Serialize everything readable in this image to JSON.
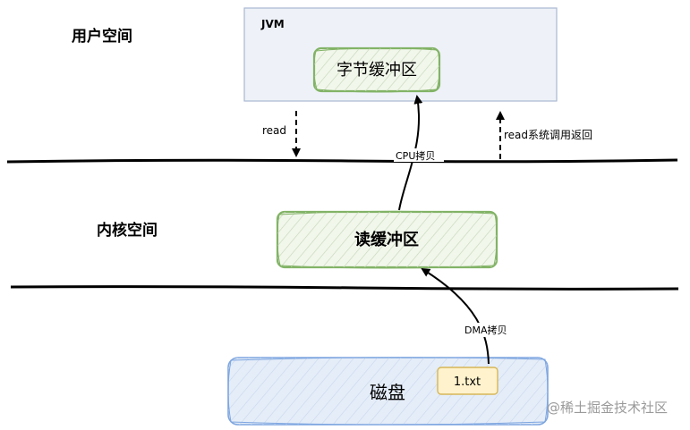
{
  "regions": {
    "user_space": "用户空间",
    "kernel_space": "内核空间"
  },
  "jvm": {
    "title": "JVM",
    "byte_buffer": "字节缓冲区"
  },
  "kernel": {
    "read_buffer": "读缓冲区"
  },
  "disk": {
    "label": "磁盘",
    "file": "1.txt"
  },
  "arrows": {
    "read": "read",
    "read_return": "read系统调用返回",
    "cpu_copy": "CPU拷贝",
    "dma_copy": "DMA拷贝"
  },
  "watermark": "@稀土掘金技术社区",
  "colors": {
    "jvm_fill": "#eef2f8",
    "jvm_stroke": "#a9b8d2",
    "green_fill": "#f2f7ec",
    "green_stroke": "#82b366",
    "hatch": "#c8d9bb",
    "disk_fill": "#e5edf8",
    "disk_stroke": "#7ea6e0",
    "disk_hatch": "#c8d8ee",
    "file_fill": "#fff2cc",
    "file_stroke": "#d6b656"
  }
}
